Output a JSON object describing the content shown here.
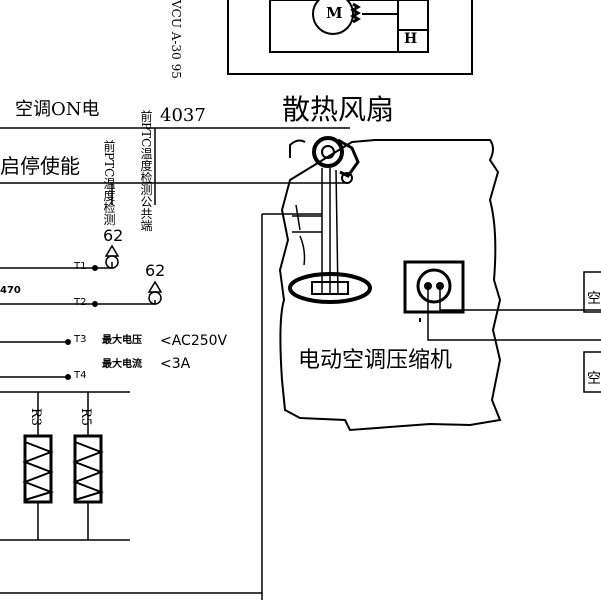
{
  "labels": {
    "motor": "M",
    "h_label": "H",
    "vcu_model": "VCU A-30 95",
    "ac_on_signal": "空调ON电",
    "wire_4037": "4037",
    "start_stop_enable": "启停使能",
    "fan_title": "散热风扇",
    "front_ptc_temp_detect": "前PTC温度检测",
    "front_ptc_temp_common": "前PTC温度检测公共端",
    "pin_62_a": "62",
    "pin_62_b": "62",
    "wire_470": "470",
    "t1": "T1",
    "t2": "T2",
    "t3": "T3",
    "t4": "T4",
    "max_voltage_label": "最大电压",
    "max_voltage_value": "<AC250V",
    "max_current_label": "最大电流",
    "max_current_value": "<3A",
    "r3": "R3",
    "r5": "R5",
    "compressor_title": "电动空调压缩机",
    "right_cut_1": "空",
    "right_cut_2": "空"
  }
}
